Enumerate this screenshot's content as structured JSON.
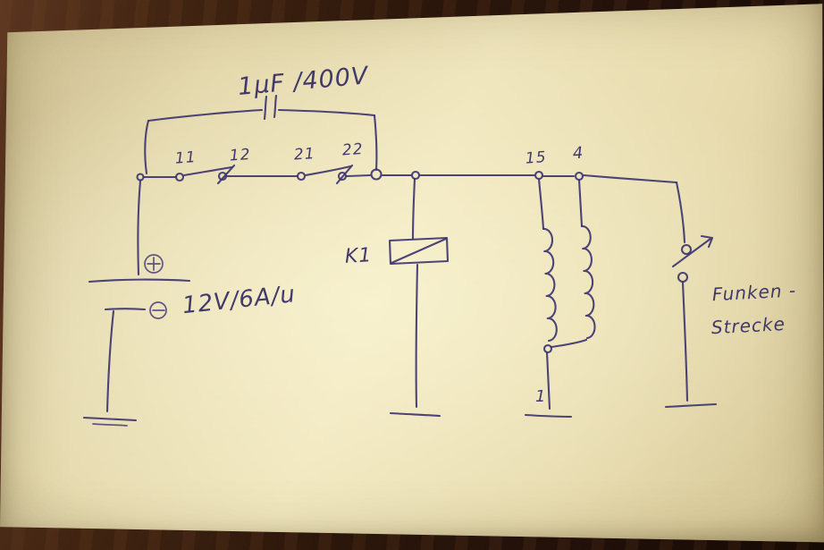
{
  "labels": {
    "capacitor_value": "1µF /400V",
    "contact_11": "11",
    "contact_12": "12",
    "contact_21": "21",
    "contact_22": "22",
    "relay_name": "K1",
    "battery_value": "12V/6A/u",
    "coil_terminal_15": "15",
    "coil_terminal_4": "4",
    "coil_terminal_1": "1",
    "spark_gap_line1": "Funken -",
    "spark_gap_line2": "Strecke"
  },
  "colors": {
    "ink": "#3e3570",
    "paper": "#ece2b8",
    "wood": "#23110a"
  }
}
